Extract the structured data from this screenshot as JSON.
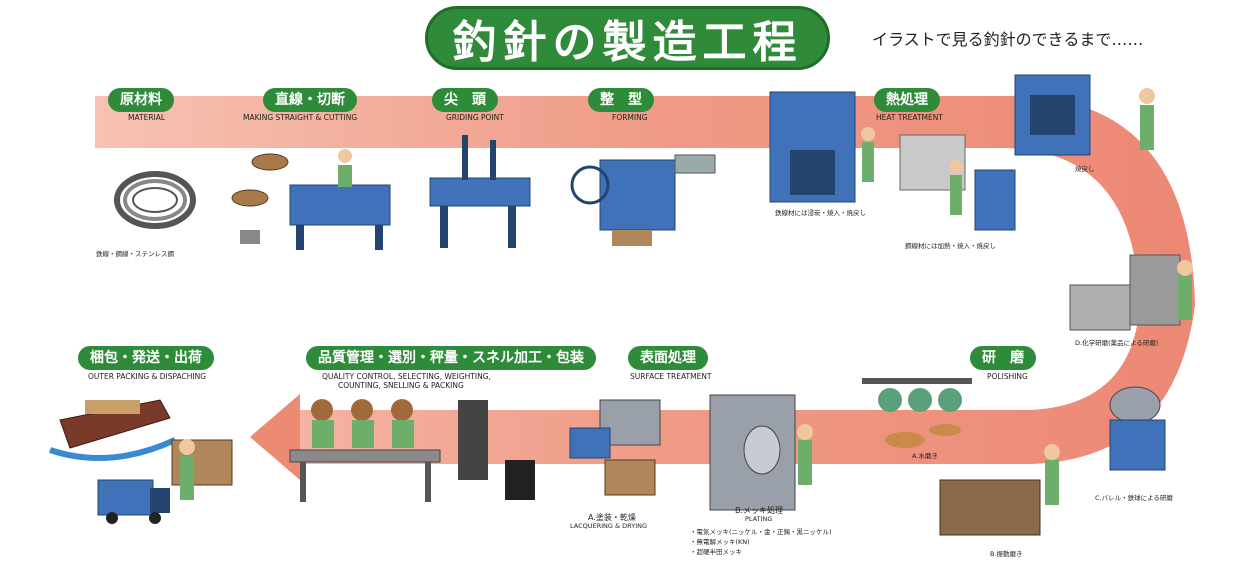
{
  "title": "釣針の製造工程",
  "subtitle": "イラストで見る釣針のできるまで……",
  "steps": {
    "material": {
      "ja": "原材料",
      "en": "MATERIAL",
      "note": "鉄線・鋼線・ステンレス鋼"
    },
    "straight": {
      "ja": "直線・切断",
      "en": "MAKING STRAIGHT & CUTTING"
    },
    "point": {
      "ja": "尖　頭",
      "en": "GRIDING POINT"
    },
    "forming": {
      "ja": "整　型",
      "en": "FORMING"
    },
    "heat": {
      "ja": "熱処理",
      "en": "HEAT TREATMENT",
      "note1": "鉄線材には浸炭・焼入・焼戻し",
      "note2": "鋼線材には加熱・焼入・焼戻し",
      "note3": "焼戻し"
    },
    "polishing": {
      "ja": "研　磨",
      "en": "POLISHING",
      "a": "A.水磨き",
      "b": "B.振動磨き",
      "c": "C.バレル・鉄球による研磨",
      "d": "D.化学研磨(薬品による研磨)"
    },
    "surface": {
      "ja": "表面処理",
      "en": "SURFACE TREATMENT",
      "a_ja": "A.塗装・乾燥",
      "a_en": "LACQUERING & DRYING",
      "b_ja": "B.メッキ処理",
      "b_en": "PLATING",
      "b_items": [
        "・電気メッキ(ニッケル・金・正錫・黒ニッケル)",
        "・無電解メッキ(KN)",
        "・超硬半田メッキ"
      ]
    },
    "qc": {
      "ja": "品質管理・選別・秤量・スネル加工・包装",
      "en1": "QUALITY CONTROL, SELECTING, WEIGHTING,",
      "en2": "COUNTING, SNELLING & PACKING"
    },
    "ship": {
      "ja": "梱包・発送・出荷",
      "en": "OUTER PACKING & DISPACHING"
    }
  },
  "colors": {
    "band": "#e9735c",
    "band_light": "#f3a08c",
    "green": "#2e8b3a",
    "machine_blue": "#3f72b8",
    "machine_dark": "#23446f"
  }
}
